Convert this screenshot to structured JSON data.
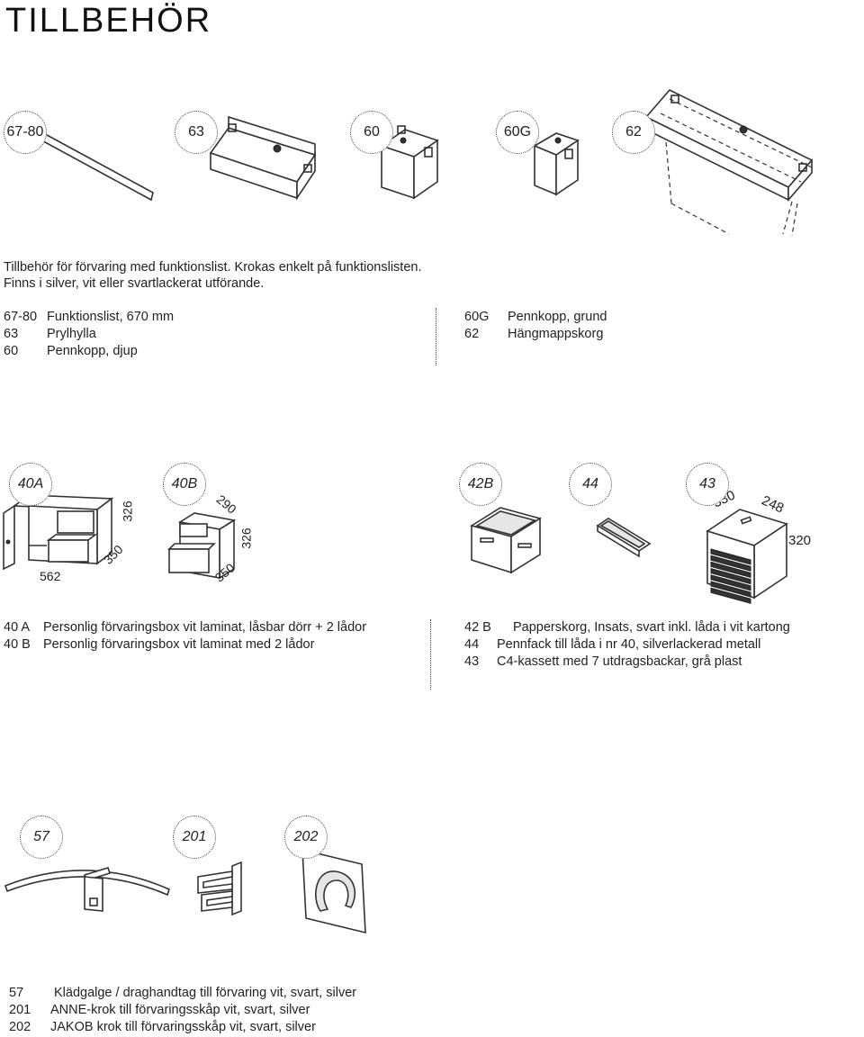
{
  "title": "TILLBEHÖR",
  "section1": {
    "badges": [
      "67-80",
      "63",
      "60",
      "60G",
      "62"
    ],
    "intro": [
      "Tillbehör för förvaring med funktionslist. Krokas enkelt på funktionslisten.",
      "Finns i silver, vit eller svartlackerat utförande."
    ],
    "left_items": [
      {
        "code": "67-80",
        "label": "Funktionslist, 670 mm"
      },
      {
        "code": "63",
        "label": "Prylhylla"
      },
      {
        "code": "60",
        "label": "Pennkopp, djup"
      }
    ],
    "right_items": [
      {
        "code": "60G",
        "label": "Pennkopp, grund"
      },
      {
        "code": "62",
        "label": "Hängmappskorg"
      }
    ]
  },
  "section2": {
    "badges": [
      "40A",
      "40B",
      "42B",
      "44",
      "43"
    ],
    "dims": {
      "a1": "326",
      "a2": "350",
      "a3": "562",
      "b1": "290",
      "b2": "326",
      "b3": "350",
      "c1": "330",
      "c2": "248",
      "c3": "320"
    },
    "left_items": [
      {
        "code": "40 A",
        "label": "Personlig förvaringsbox vit laminat, låsbar dörr + 2 lådor"
      },
      {
        "code": "40 B",
        "label": "Personlig förvaringsbox vit laminat med 2 lådor"
      }
    ],
    "right_items": [
      {
        "code": "42 B",
        "label": "Papperskorg, Insats, svart  inkl. låda i vit kartong"
      },
      {
        "code": "44",
        "label": "Pennfack till låda i nr 40, silverlackerad metall"
      },
      {
        "code": "43",
        "label": "C4-kassett med 7 utdragsbackar, grå plast"
      }
    ]
  },
  "section3": {
    "badges": [
      "57",
      "201",
      "202"
    ],
    "items": [
      {
        "code": "57",
        "label": "Klädgalge / draghandtag till förvaring vit, svart, silver"
      },
      {
        "code": "201",
        "label": "ANNE-krok till förvaringsskåp vit, svart, silver"
      },
      {
        "code": "202",
        "label": "JAKOB krok till förvaringsskåp vit, svart, silver"
      }
    ]
  }
}
